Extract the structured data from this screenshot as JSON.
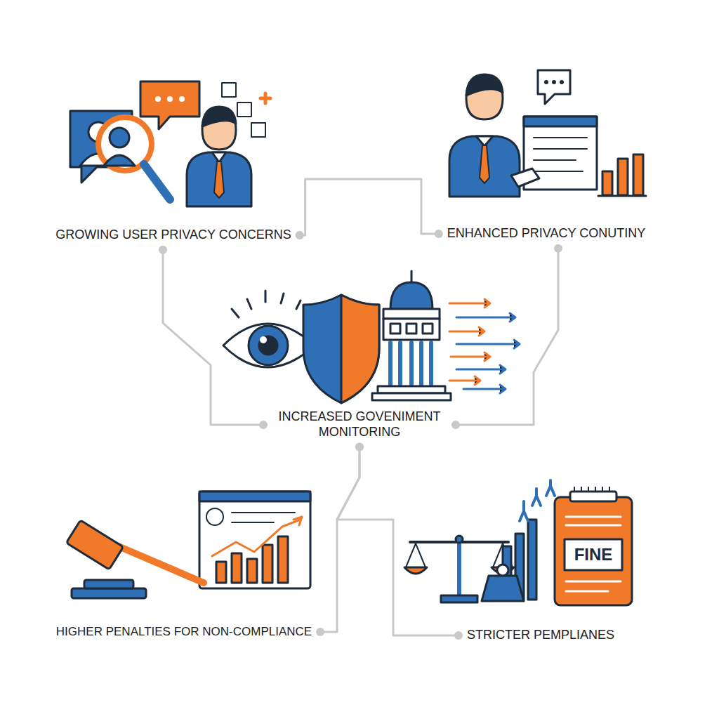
{
  "diagram": {
    "nodes": [
      {
        "text": [
          "GROWING USER PRIVACY CONCERNS"
        ]
      },
      {
        "text": [
          "ENHANCED PRIVACY CONUTINY"
        ]
      },
      {
        "text": [
          "INCREASED GOVENIMENT MONITORING"
        ]
      },
      {
        "text": [
          "HIGHER PENALTIES FOR NON-COMPLIANCE"
        ]
      },
      {
        "text": [
          "STRICTER PEMPLIANES"
        ]
      }
    ],
    "edges": [
      {
        "from": 0,
        "to": 2,
        "arrow": "none"
      },
      {
        "from": 2,
        "to": 1,
        "arrow": "none"
      },
      {
        "from": 0,
        "to": 1,
        "arrow": "none"
      },
      {
        "from": 2,
        "to": 3,
        "arrow": "none"
      },
      {
        "from": 2,
        "to": 4,
        "arrow": "none"
      }
    ],
    "labels": [
      "FINE"
    ]
  }
}
